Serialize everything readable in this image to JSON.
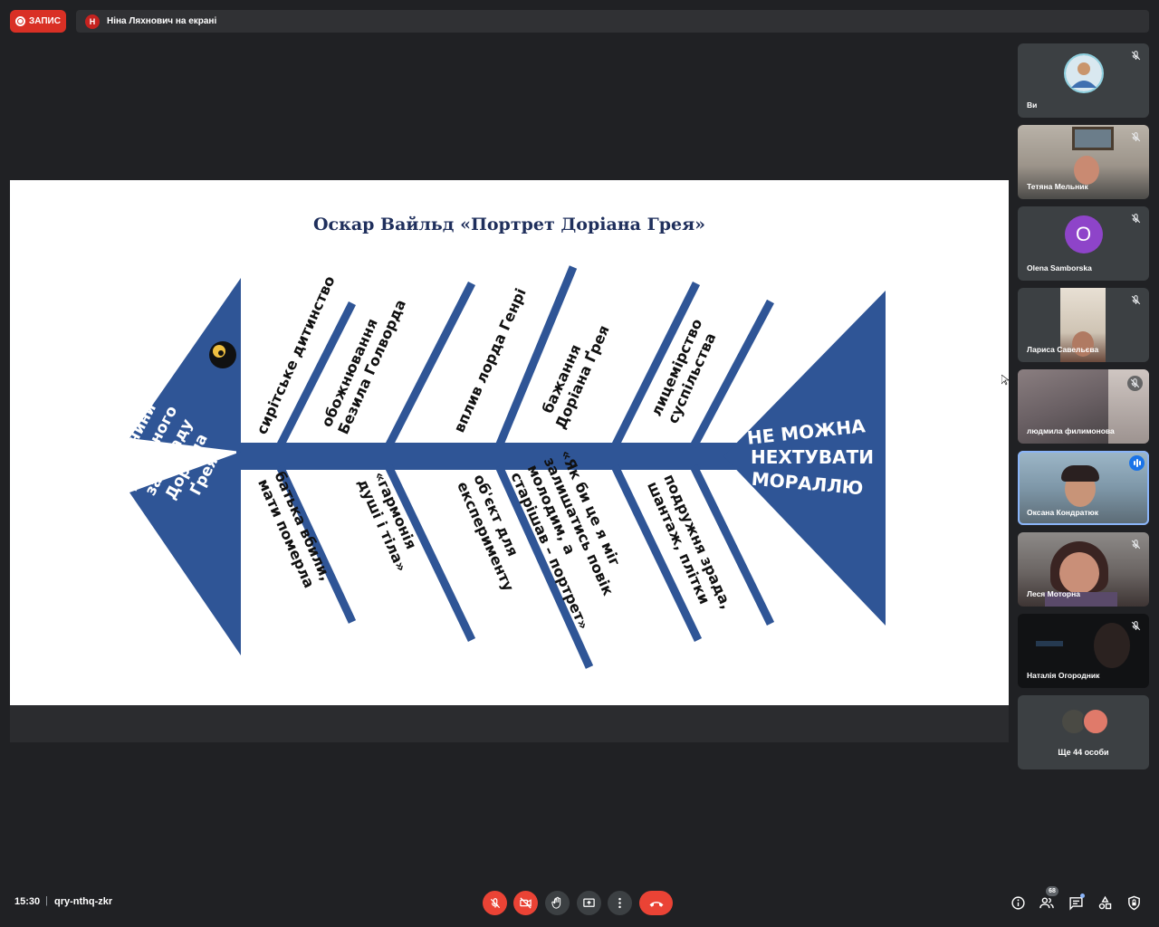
{
  "top_bar": {
    "record_label": "ЗАПИС",
    "presenter_initial": "Н",
    "presenter_text": "Ніна Ляхнович на екрані"
  },
  "slide": {
    "title": "Оскар Вайльд «Портрет Доріана Грея»",
    "head_text": [
      "Причини",
      "духовного",
      "занепаду",
      "Доріана",
      "Ґрея"
    ],
    "tail_text": [
      "НЕ МОЖНА",
      "НЕХТУВАТИ",
      "МОРАЛЛЮ"
    ],
    "upper_bones": [
      [
        "сирітське дитинство"
      ],
      [
        "обожнювання",
        "Безила Голворда"
      ],
      [
        "вплив лорда Генрі"
      ],
      [
        "бажання",
        "Доріана Ґрея"
      ],
      [
        "лицемірство",
        "суспільства"
      ]
    ],
    "lower_bones": [
      [
        "батька вбили,",
        "мати померла"
      ],
      [
        "«гармонія",
        "душі і тіла»"
      ],
      [
        "об'єкт для",
        "експерименту"
      ],
      [
        "«Як би це я міг",
        "залишатись повік",
        "молодим, а",
        "старішав – портрет»"
      ],
      [
        "подружня зрада,",
        "шантаж, плітки"
      ]
    ],
    "fish_color": "#2f5596"
  },
  "participants": [
    {
      "name": "Ви",
      "type": "avatar-photo",
      "muted": true
    },
    {
      "name": "Тетяна Мельник",
      "type": "video",
      "muted": true
    },
    {
      "name": "Olena Samborska",
      "type": "letter",
      "letter": "O",
      "color": "#8e44c9",
      "muted": true
    },
    {
      "name": "Лариса Савельєва",
      "type": "video",
      "muted": true
    },
    {
      "name": "людмила филимонова",
      "type": "video",
      "muted": true
    },
    {
      "name": "Оксана Кондратюк",
      "type": "video",
      "speaking": true
    },
    {
      "name": "Леся Моторна",
      "type": "video",
      "muted": true
    },
    {
      "name": "Наталія Огородник",
      "type": "video",
      "muted": true
    }
  ],
  "more_participants": {
    "label": "Ще 44 особи"
  },
  "bottom_bar": {
    "time": "15:30",
    "separator": "|",
    "meeting_code": "qry-nthq-zkr",
    "people_count": "68"
  },
  "colors": {
    "background": "#202124",
    "tile": "#3c4043",
    "danger": "#ea4335",
    "accent": "#8ab4f8"
  }
}
